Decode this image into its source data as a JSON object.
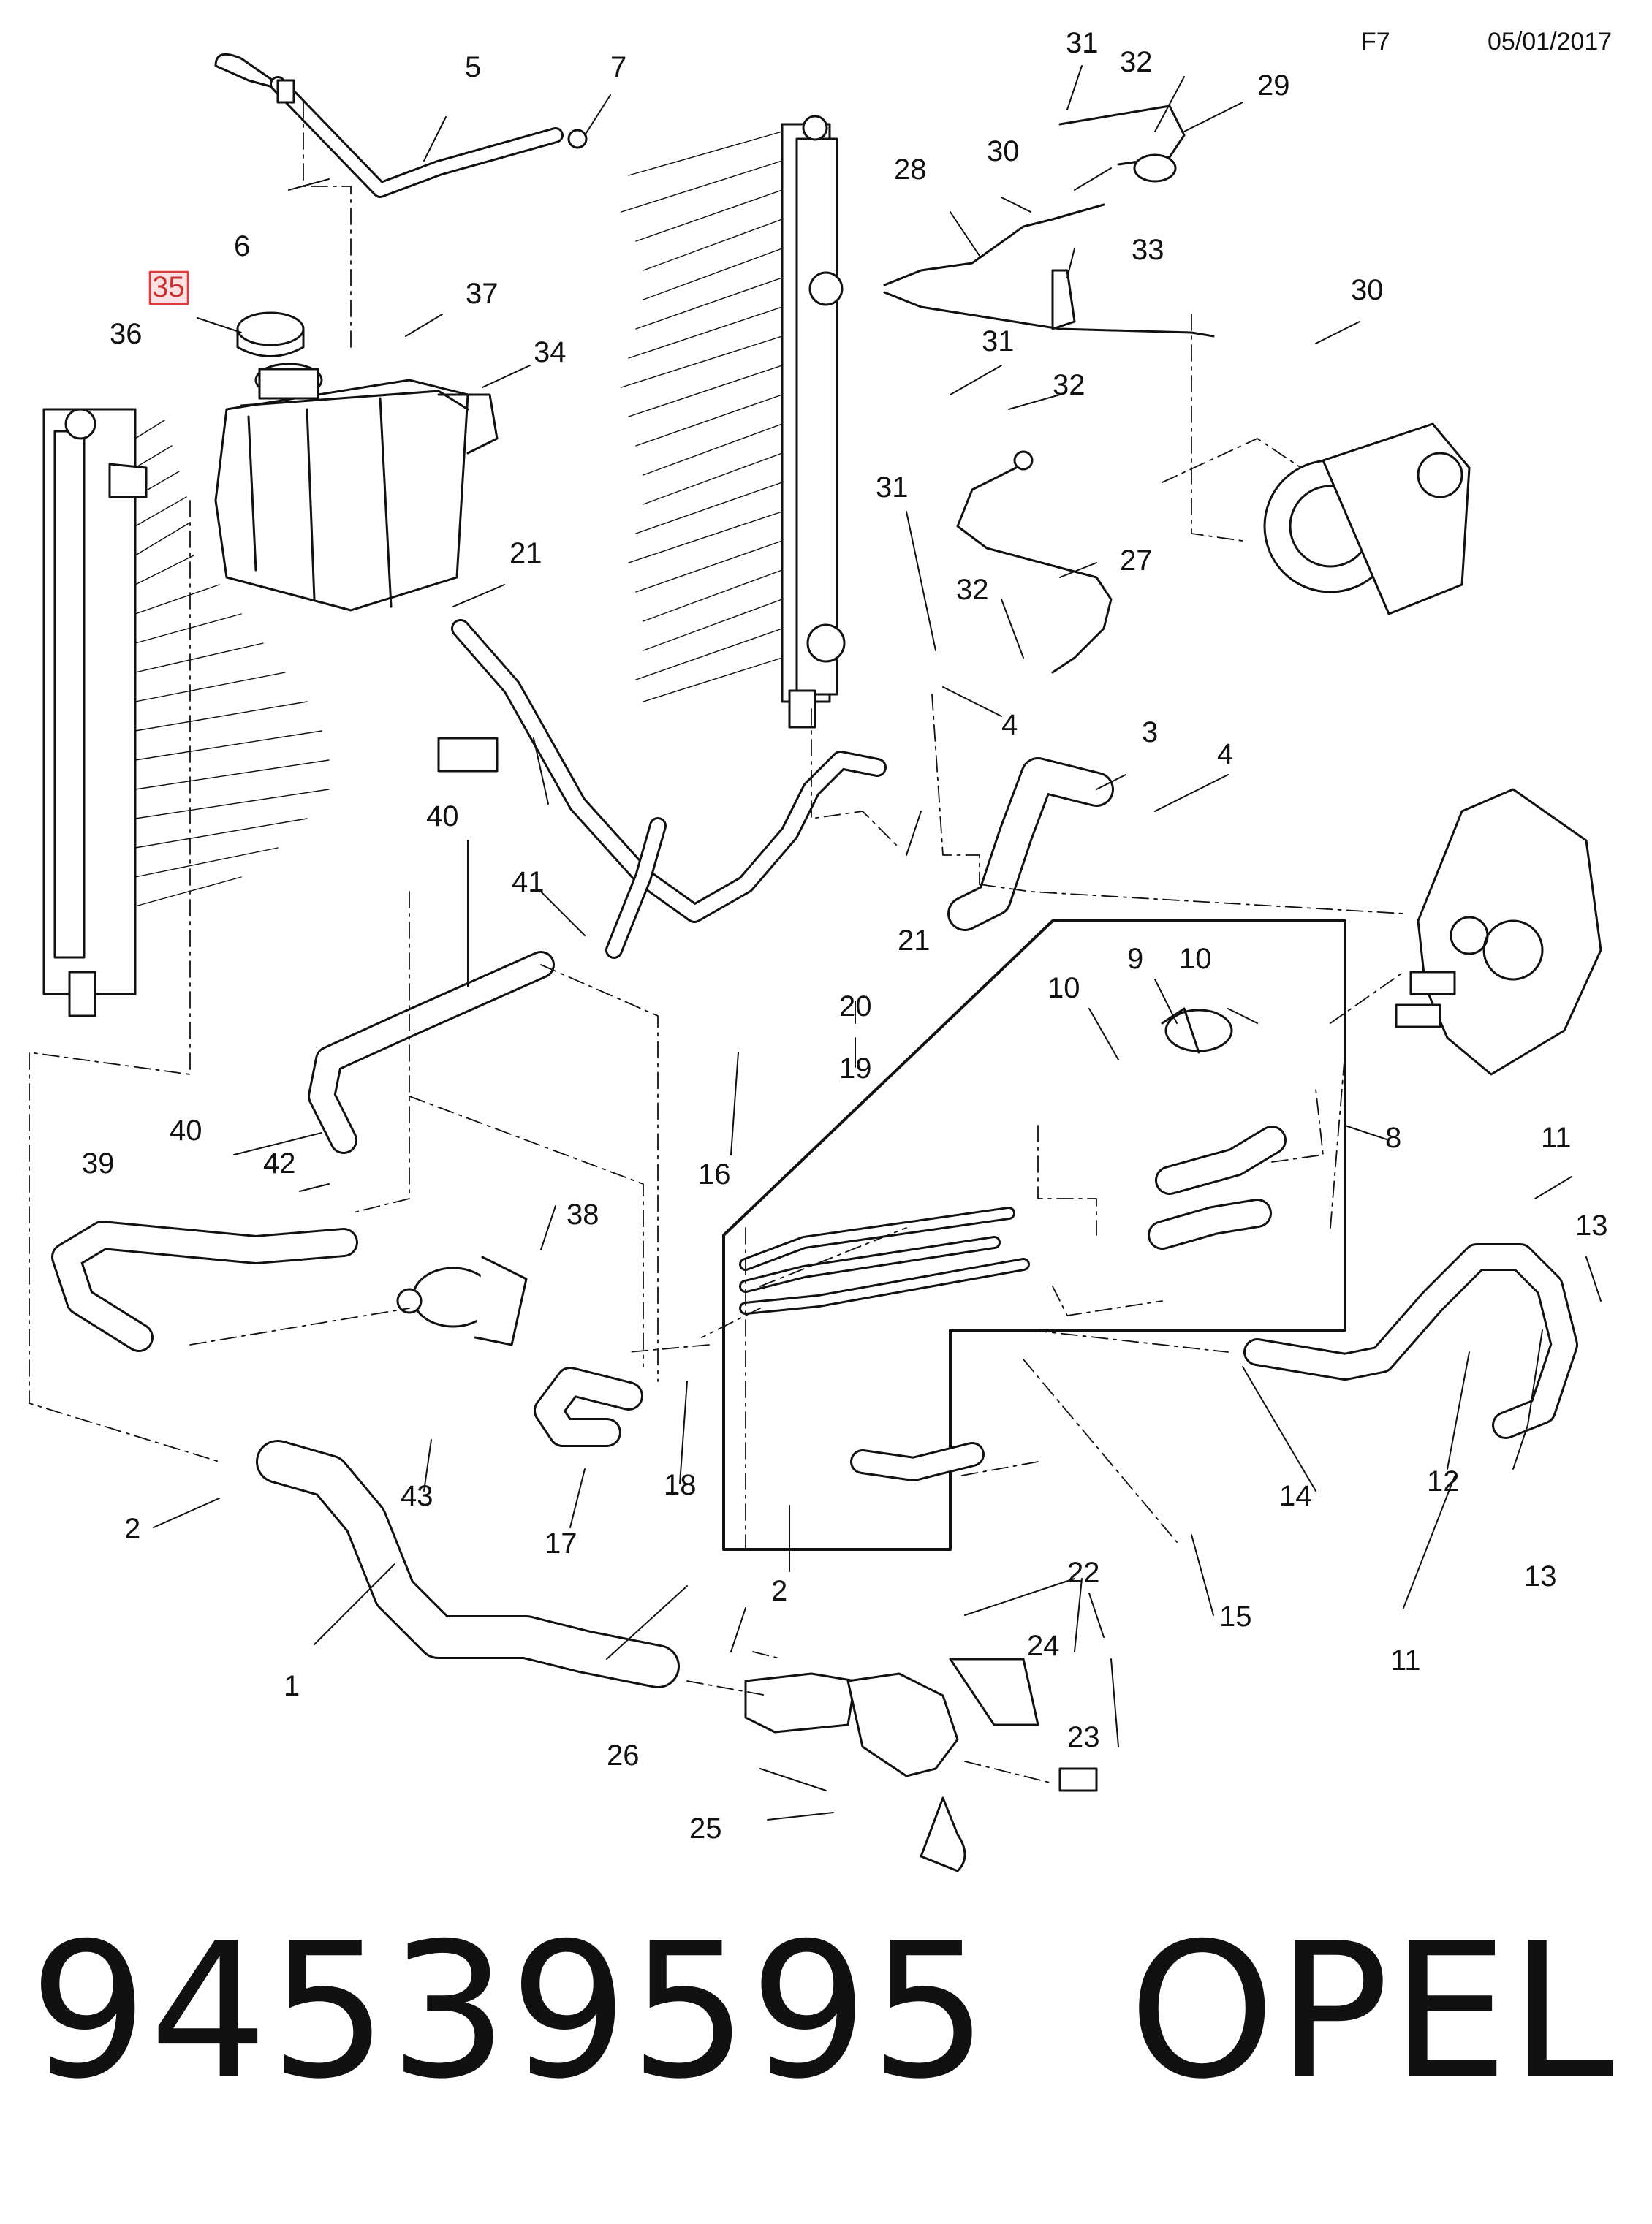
{
  "header": {
    "sheet": "F7",
    "date": "05/01/2017"
  },
  "highlighted_callout": "35",
  "colors": {
    "highlight_border": "#e03a3a",
    "highlight_fill": "#fbe1e1",
    "highlight_text": "#c83232",
    "line": "#111111"
  },
  "callouts": {
    "c1": "1",
    "c2a": "2",
    "c2b": "2",
    "c3": "3",
    "c4a": "4",
    "c4b": "4",
    "c5": "5",
    "c6": "6",
    "c7": "7",
    "c8": "8",
    "c9": "9",
    "c10a": "10",
    "c10b": "10",
    "c11a": "11",
    "c11b": "11",
    "c12": "12",
    "c13a": "13",
    "c13b": "13",
    "c14": "14",
    "c15": "15",
    "c16": "16",
    "c17": "17",
    "c18": "18",
    "c19": "19",
    "c20": "20",
    "c21a": "21",
    "c21b": "21",
    "c22": "22",
    "c23": "23",
    "c24": "24",
    "c25": "25",
    "c26": "26",
    "c27": "27",
    "c28": "28",
    "c29": "29",
    "c30a": "30",
    "c30b": "30",
    "c31a": "31",
    "c31b": "31",
    "c31c": "31",
    "c32a": "32",
    "c32b": "32",
    "c32c": "32",
    "c33": "33",
    "c34": "34",
    "c35": "35",
    "c36": "36",
    "c37": "37",
    "c38": "38",
    "c39": "39",
    "c40a": "40",
    "c40b": "40",
    "c41": "41",
    "c42": "42",
    "c43": "43"
  },
  "footer": {
    "part_number": "94539595",
    "brand": "OPEL"
  }
}
